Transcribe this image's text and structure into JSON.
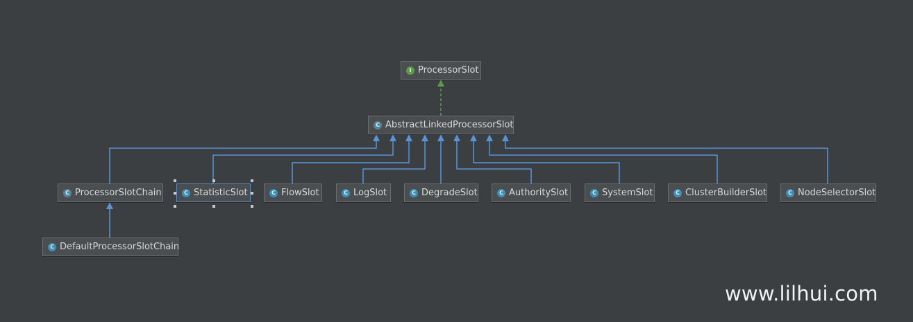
{
  "nodes": [
    {
      "id": "processor-slot",
      "label": "ProcessorSlot",
      "kind": "interface",
      "badge": "I"
    },
    {
      "id": "abstract-linked-processor-slot",
      "label": "AbstractLinkedProcessorSlot",
      "kind": "abstract",
      "badge": "C"
    },
    {
      "id": "processor-slot-chain",
      "label": "ProcessorSlotChain",
      "kind": "abstract",
      "badge": "C"
    },
    {
      "id": "statistic-slot",
      "label": "StatisticSlot",
      "kind": "class",
      "badge": "C",
      "selected": true
    },
    {
      "id": "flow-slot",
      "label": "FlowSlot",
      "kind": "class",
      "badge": "C"
    },
    {
      "id": "log-slot",
      "label": "LogSlot",
      "kind": "class",
      "badge": "C"
    },
    {
      "id": "degrade-slot",
      "label": "DegradeSlot",
      "kind": "class",
      "badge": "C"
    },
    {
      "id": "authority-slot",
      "label": "AuthoritySlot",
      "kind": "class",
      "badge": "C"
    },
    {
      "id": "system-slot",
      "label": "SystemSlot",
      "kind": "class",
      "badge": "C"
    },
    {
      "id": "cluster-builder-slot",
      "label": "ClusterBuilderSlot",
      "kind": "class",
      "badge": "C"
    },
    {
      "id": "node-selector-slot",
      "label": "NodeSelectorSlot",
      "kind": "class",
      "badge": "C"
    },
    {
      "id": "default-processor-slot-chain",
      "label": "DefaultProcessorSlotChain",
      "kind": "class",
      "badge": "C"
    }
  ],
  "edges": [
    {
      "from": "abstract-linked-processor-slot",
      "to": "processor-slot",
      "type": "implements"
    },
    {
      "from": "processor-slot-chain",
      "to": "abstract-linked-processor-slot",
      "type": "extends"
    },
    {
      "from": "statistic-slot",
      "to": "abstract-linked-processor-slot",
      "type": "extends"
    },
    {
      "from": "flow-slot",
      "to": "abstract-linked-processor-slot",
      "type": "extends"
    },
    {
      "from": "log-slot",
      "to": "abstract-linked-processor-slot",
      "type": "extends"
    },
    {
      "from": "degrade-slot",
      "to": "abstract-linked-processor-slot",
      "type": "extends"
    },
    {
      "from": "authority-slot",
      "to": "abstract-linked-processor-slot",
      "type": "extends"
    },
    {
      "from": "system-slot",
      "to": "abstract-linked-processor-slot",
      "type": "extends"
    },
    {
      "from": "cluster-builder-slot",
      "to": "abstract-linked-processor-slot",
      "type": "extends"
    },
    {
      "from": "node-selector-slot",
      "to": "abstract-linked-processor-slot",
      "type": "extends"
    },
    {
      "from": "default-processor-slot-chain",
      "to": "processor-slot-chain",
      "type": "extends"
    }
  ],
  "colors": {
    "background": "#3c3f41",
    "extends_edge": "#5b93d6",
    "implements_edge": "#5f9a4b",
    "node_fill": "#4b4e50",
    "node_border": "#6b6e70",
    "text": "#d8d8d8"
  },
  "watermark": "www.lilhui.com"
}
